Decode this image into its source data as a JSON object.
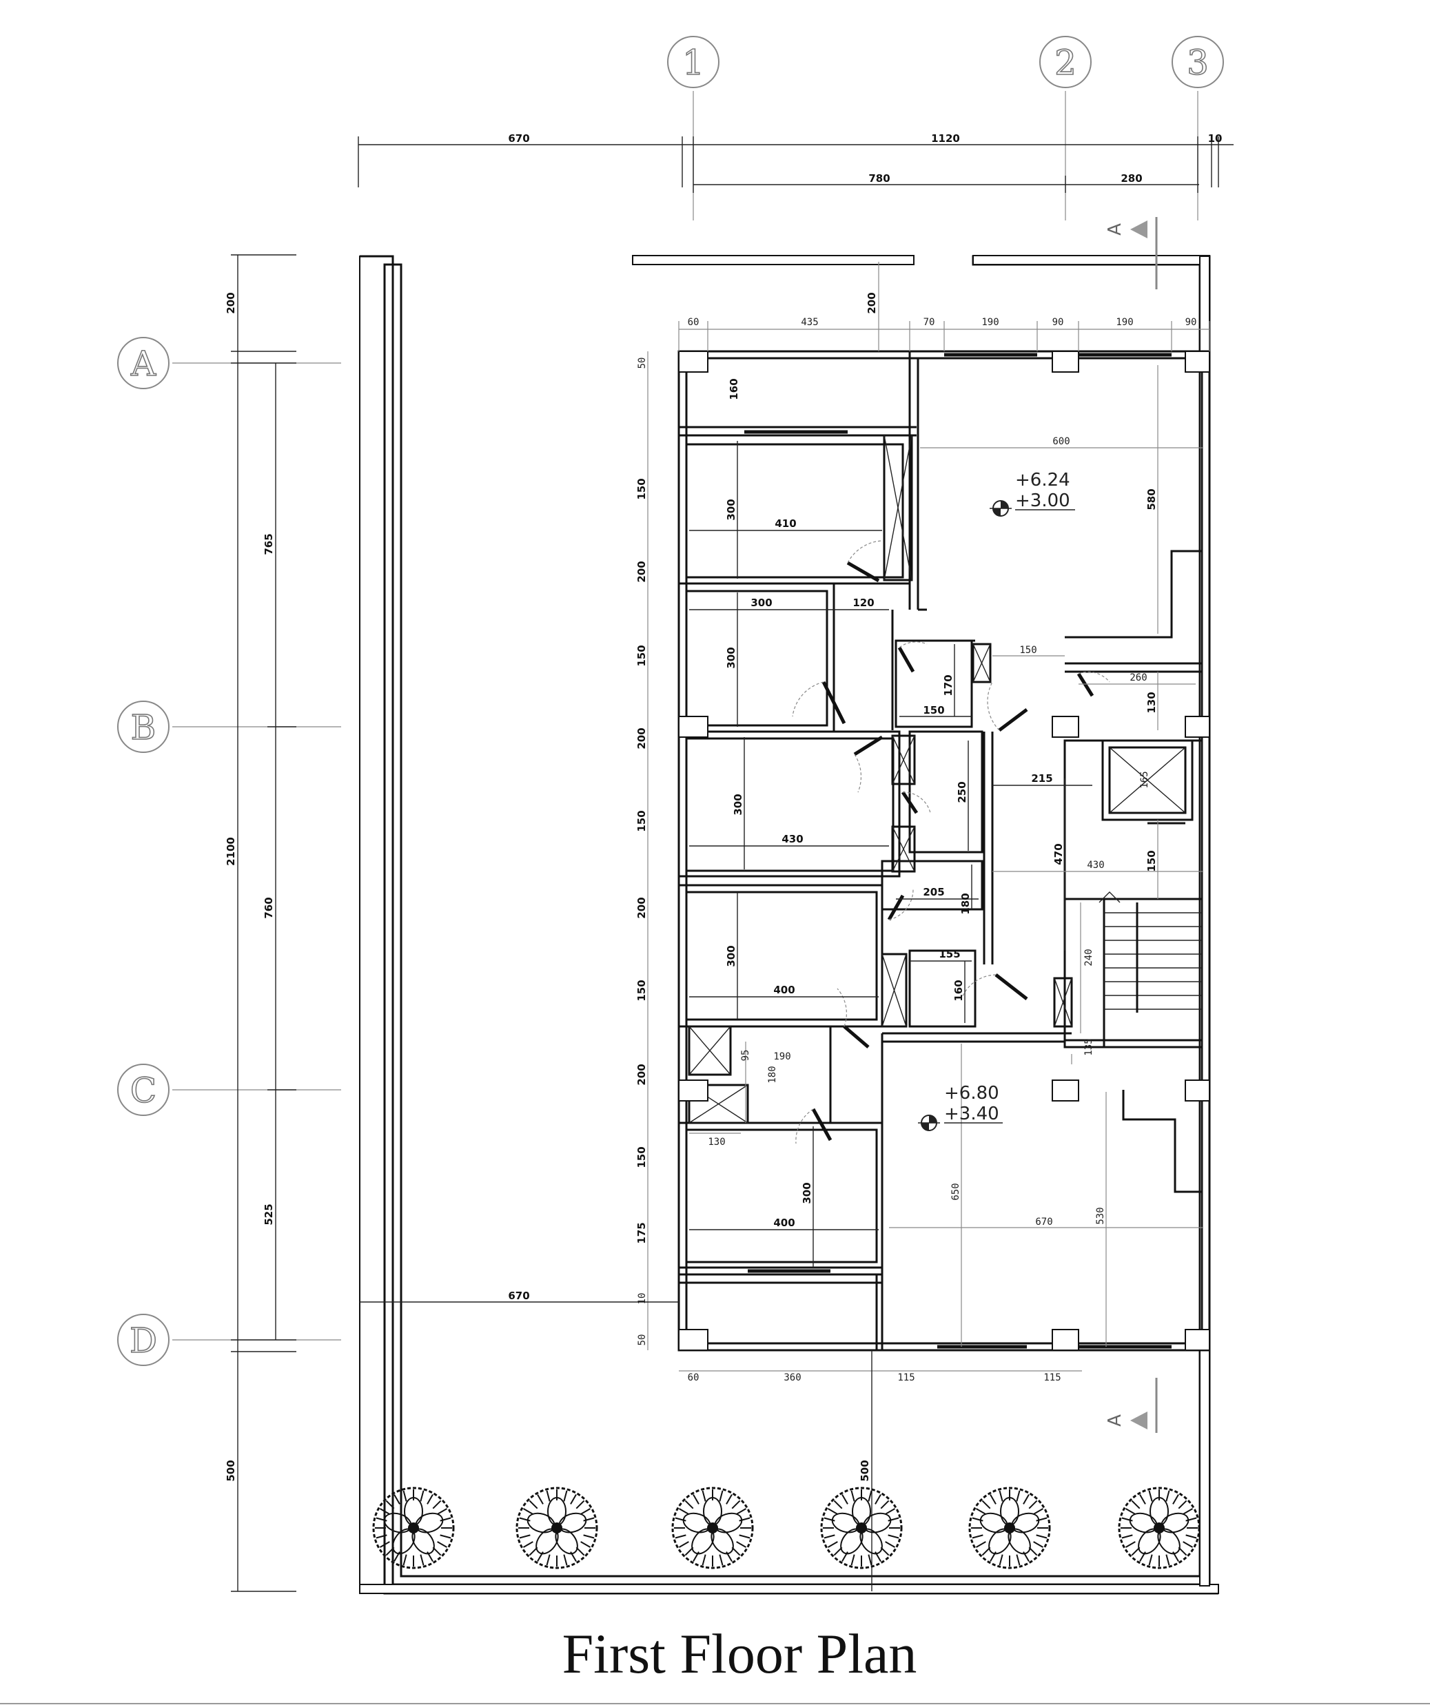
{
  "title": "First Floor Plan",
  "grid_axes": {
    "vertical": [
      "1",
      "2",
      "3"
    ],
    "horizontal": [
      "A",
      "B",
      "C",
      "D"
    ]
  },
  "section_marker": "A",
  "levels": [
    {
      "top": "+6.24",
      "bottom": "+3.00"
    },
    {
      "top": "+6.80",
      "bottom": "+3.40"
    }
  ],
  "dimensions": {
    "top_overall": [
      "670",
      "1120",
      "10"
    ],
    "top_axes": [
      "780",
      "280"
    ],
    "left_overall": [
      "200",
      "2100",
      "500"
    ],
    "left_axes": [
      "765",
      "760",
      "525"
    ],
    "top_detail": [
      "60",
      "435",
      "70",
      "190",
      "90",
      "190",
      "90"
    ],
    "setback_top": "200",
    "left_detail": [
      "50",
      "160",
      "150",
      "200",
      "150",
      "200",
      "150",
      "200",
      "150",
      "200",
      "150",
      "175",
      "10",
      "50"
    ],
    "bottom_detail": [
      "60",
      "360",
      "115",
      "115"
    ],
    "bottom_yard": "670",
    "bottom_setback": "500",
    "rooms": {
      "bed1_w": "410",
      "bed1_h": "300",
      "bed2_w": "300",
      "bed2_h": "300",
      "hall1": "120",
      "bath1_w": "150",
      "bath1_h": "170",
      "bed3_w": "430",
      "bed3_h": "300",
      "bath2_h": "250",
      "bath3_w": "205",
      "bath3_h": "180",
      "bed4_w": "400",
      "bed4_h": "300",
      "bath4_w": "155",
      "bath4_h": "160",
      "bath5_w": "190",
      "bath5_h": "180",
      "bath5_s": "95",
      "bed5_w": "400",
      "bed5_h": "300",
      "wc": "130",
      "liv1_w": "600",
      "liv1_h": "580",
      "hall2": "150",
      "hall3": "260",
      "hall3_h": "130",
      "lobby_w": "215",
      "lobby_h": "470",
      "lift": "165",
      "stair_w": "430",
      "stair_top": "150",
      "stair_run": "240",
      "stair_bot": "135",
      "liv2_w": "670",
      "liv2_h": "650",
      "liv2_r": "530"
    }
  }
}
